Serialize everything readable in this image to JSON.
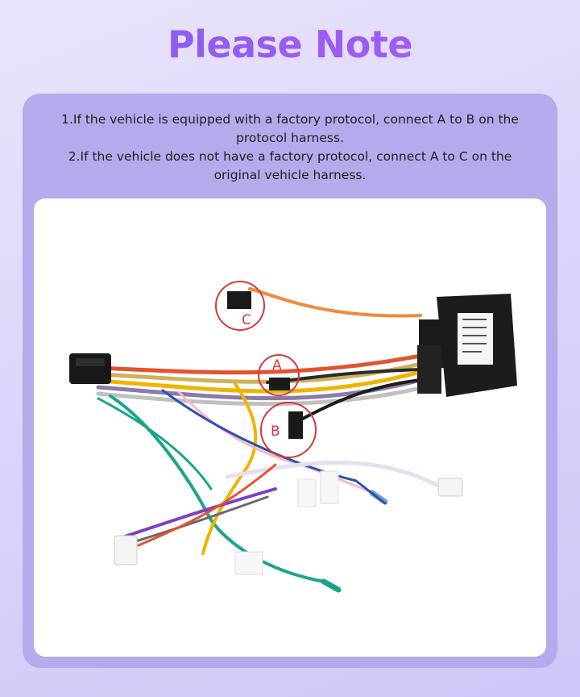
{
  "heading": "Please Note",
  "notes": [
    "1.If the vehicle is equipped with a factory protocol, connect A to B on the protocol harness.",
    "2.If the vehicle does not have a factory protocol, connect A to C on the original vehicle harness."
  ],
  "callouts": {
    "a": "A",
    "b": "B",
    "c": "C"
  },
  "colors": {
    "heading_gradient_start": "#7a5cf0",
    "heading_gradient_end": "#a35ff0",
    "panel": "#b5aaeb",
    "callout_ring": "#d23a3a"
  }
}
